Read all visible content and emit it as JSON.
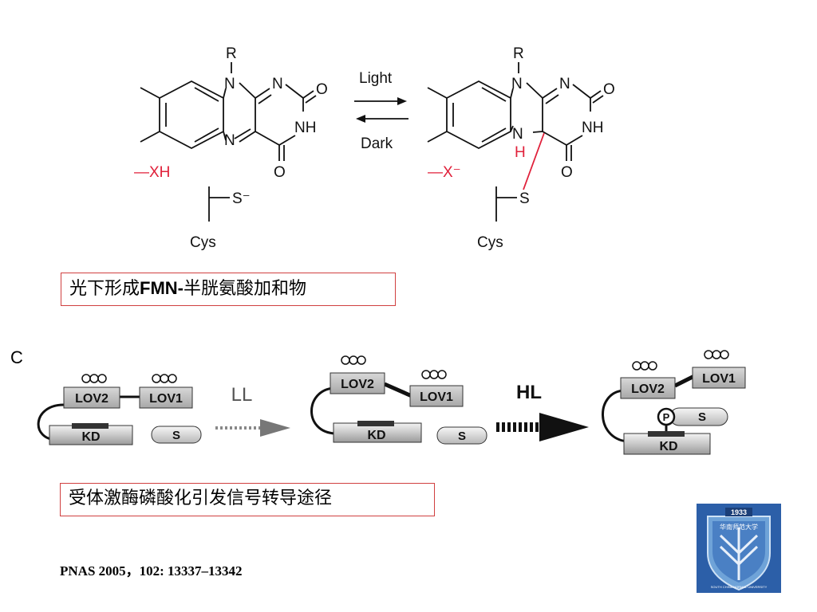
{
  "reaction": {
    "left_molecule": {
      "r_label": "R",
      "atoms": [
        "N",
        "N",
        "N",
        "O",
        "NH",
        "O"
      ],
      "xh_label": "—XH",
      "thiolate_label": "S⁻",
      "cys_label": "Cys"
    },
    "arrows": {
      "forward_label": "Light",
      "reverse_label": "Dark"
    },
    "right_molecule": {
      "r_label": "R",
      "atoms": [
        "N",
        "N",
        "O",
        "N",
        "NH",
        "O"
      ],
      "h_label": "H",
      "x_label": "—X⁻",
      "s_label": "S",
      "cys_label": "Cys"
    }
  },
  "caption_top": {
    "prefix": "光下形成",
    "bold": "FMN-",
    "suffix": "半胱氨酸加和物"
  },
  "panel_c": {
    "label": "C",
    "states": [
      {
        "lov2": "LOV2",
        "lov1": "LOV1",
        "kd": "KD",
        "s": "S"
      },
      {
        "lov2": "LOV2",
        "lov1": "LOV1",
        "kd": "KD",
        "s": "S"
      },
      {
        "lov2": "LOV2",
        "lov1": "LOV1",
        "kd": "KD",
        "s": "S",
        "p": "P"
      }
    ],
    "arrow1_label": "LL",
    "arrow2_label": "HL"
  },
  "caption_bottom": "受体激酶磷酸化引发信号转导途径",
  "citation": "PNAS 2005，102: 13337–13342",
  "logo": {
    "year": "1933",
    "name": "华南师范大学",
    "english": "SOUTH CHINA NORMAL UNIVERSITY"
  },
  "colors": {
    "accent_red": "#e0203a",
    "caption_border": "#d04040",
    "logo_blue": "#2c5fa8"
  }
}
